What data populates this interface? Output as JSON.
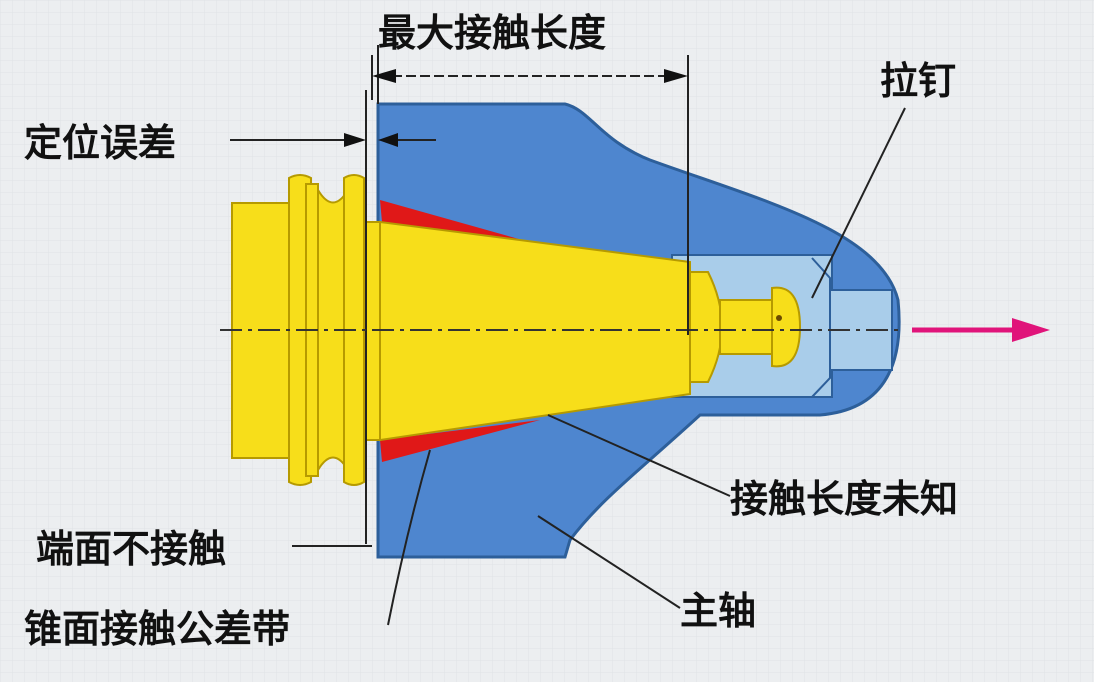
{
  "colors": {
    "background": "#eceef0",
    "spindle": "#4e86cf",
    "toolholder": "#f7de1a",
    "toolholder_edge": "#b69a00",
    "tolerance_band": "#e01818",
    "pull_direction_arrow": "#e0147a"
  },
  "labels": {
    "max_contact_length": "最大接触长度",
    "pull_stud": "拉钉",
    "positioning_error": "定位误差",
    "contact_length_unknown": "接触长度未知",
    "face_no_contact": "端面不接触",
    "spindle": "主轴",
    "taper_contact_tolerance_band": "锥面接触公差带"
  },
  "icons": {
    "pull_arrow": "arrow-right-icon"
  }
}
